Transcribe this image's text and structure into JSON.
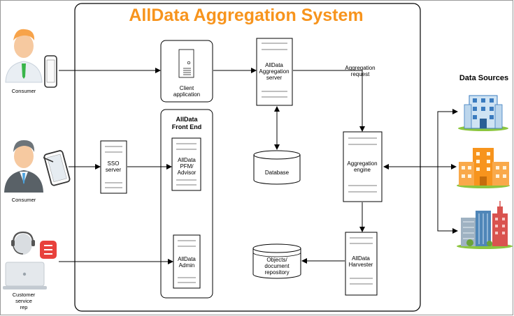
{
  "title": "AllData Aggregation System",
  "actors": {
    "consumer_mobile": "Consumer",
    "consumer_tablet": "Consumer",
    "rep_line1": "Customer",
    "rep_line2": "service",
    "rep_line3": "rep"
  },
  "nodes": {
    "client_app_line1": "Client",
    "client_app_line2": "application",
    "front_end_line1": "AllData",
    "front_end_line2": "Front End",
    "sso_line1": "SSO",
    "sso_line2": "server",
    "pfm_line1": "AllData",
    "pfm_line2": "PFM/",
    "pfm_line3": "Advisor",
    "admin_line1": "AllData",
    "admin_line2": "Admin",
    "agg_server_line1": "AllData",
    "agg_server_line2": "Aggregation",
    "agg_server_line3": "server",
    "database": "Database",
    "objects_line1": "Objects/",
    "objects_line2": "document",
    "objects_line3": "repository",
    "agg_engine_line1": "Aggregation",
    "agg_engine_line2": "engine",
    "harvester_line1": "AllData",
    "harvester_line2": "Harvester"
  },
  "edges": {
    "agg_request_line1": "Aggregation",
    "agg_request_line2": "request"
  },
  "data_sources": {
    "heading": "Data Sources"
  },
  "colors": {
    "title": "#f7941d",
    "building_blue": "#3a7bbf",
    "building_orange": "#f7941d",
    "building_red": "#d9534f",
    "grass": "#8cc63f",
    "person_skin": "#f6c9a0",
    "badge_red": "#e8413c"
  },
  "icons": [
    "smartphone-icon",
    "tablet-icon",
    "headset-icon",
    "laptop-icon",
    "message-badge-icon",
    "server-icon",
    "database-icon",
    "building-icon"
  ]
}
